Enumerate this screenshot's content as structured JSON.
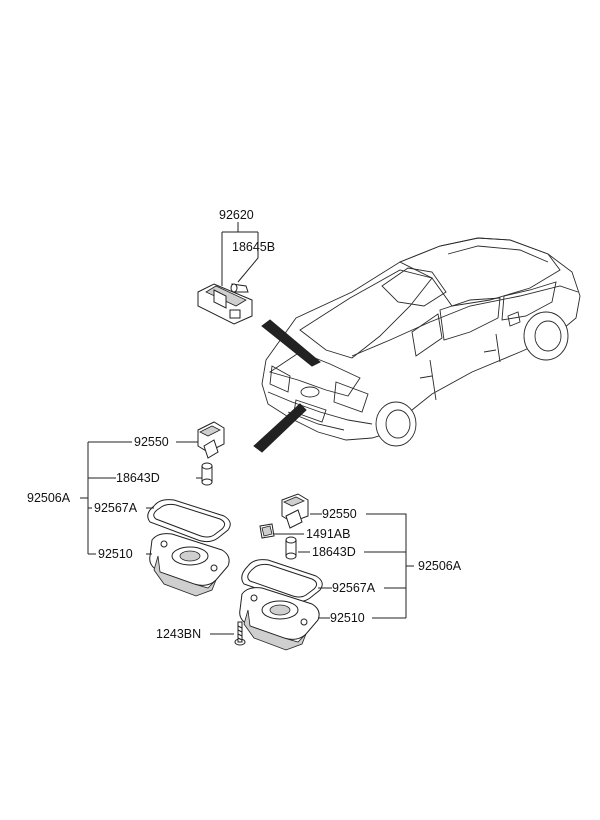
{
  "labels": {
    "upper_group": "92620",
    "upper_bulb": "18645B",
    "left_assembly": "92506A",
    "left_socket": "92550",
    "left_bulb": "18643D",
    "left_gasket": "92567A",
    "left_lens": "92510",
    "right_socket": "92550",
    "right_clip": "1491AB",
    "right_bulb": "18643D",
    "right_assembly": "92506A",
    "right_gasket": "92567A",
    "right_lens": "92510",
    "screw": "1243BN"
  }
}
